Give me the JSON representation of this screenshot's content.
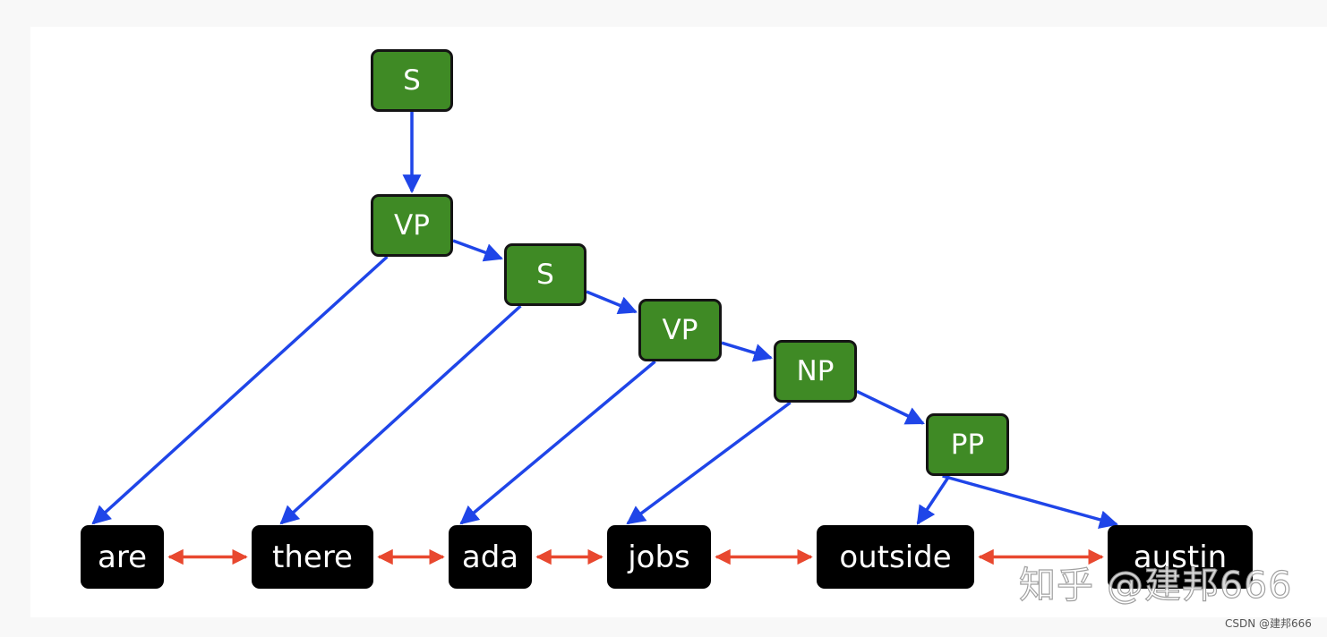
{
  "tree": {
    "phrase_nodes": [
      {
        "id": "s1",
        "label": "S"
      },
      {
        "id": "vp1",
        "label": "VP"
      },
      {
        "id": "s2",
        "label": "S"
      },
      {
        "id": "vp2",
        "label": "VP"
      },
      {
        "id": "np",
        "label": "NP"
      },
      {
        "id": "pp",
        "label": "PP"
      }
    ],
    "word_nodes": [
      {
        "id": "are",
        "label": "are"
      },
      {
        "id": "there",
        "label": "there"
      },
      {
        "id": "ada",
        "label": "ada"
      },
      {
        "id": "jobs",
        "label": "jobs"
      },
      {
        "id": "outside",
        "label": "outside"
      },
      {
        "id": "austin",
        "label": "austin"
      }
    ],
    "tree_edges": [
      {
        "from": "s1",
        "to": "vp1"
      },
      {
        "from": "vp1",
        "to": "s2"
      },
      {
        "from": "vp1",
        "to": "are"
      },
      {
        "from": "s2",
        "to": "vp2"
      },
      {
        "from": "s2",
        "to": "there"
      },
      {
        "from": "vp2",
        "to": "np"
      },
      {
        "from": "vp2",
        "to": "ada"
      },
      {
        "from": "np",
        "to": "pp"
      },
      {
        "from": "np",
        "to": "jobs"
      },
      {
        "from": "pp",
        "to": "outside"
      },
      {
        "from": "pp",
        "to": "austin"
      }
    ],
    "sequence_links": [
      {
        "from": "are",
        "to": "there"
      },
      {
        "from": "there",
        "to": "ada"
      },
      {
        "from": "ada",
        "to": "jobs"
      },
      {
        "from": "jobs",
        "to": "outside"
      },
      {
        "from": "outside",
        "to": "austin"
      }
    ]
  },
  "colors": {
    "phrase_fill": "#3f8a25",
    "word_fill": "#000000",
    "tree_edge": "#1f45e8",
    "sequence_link": "#e8482f"
  },
  "watermark": {
    "text": "知乎 @建邦666"
  },
  "credit": {
    "text": "CSDN @建邦666"
  }
}
